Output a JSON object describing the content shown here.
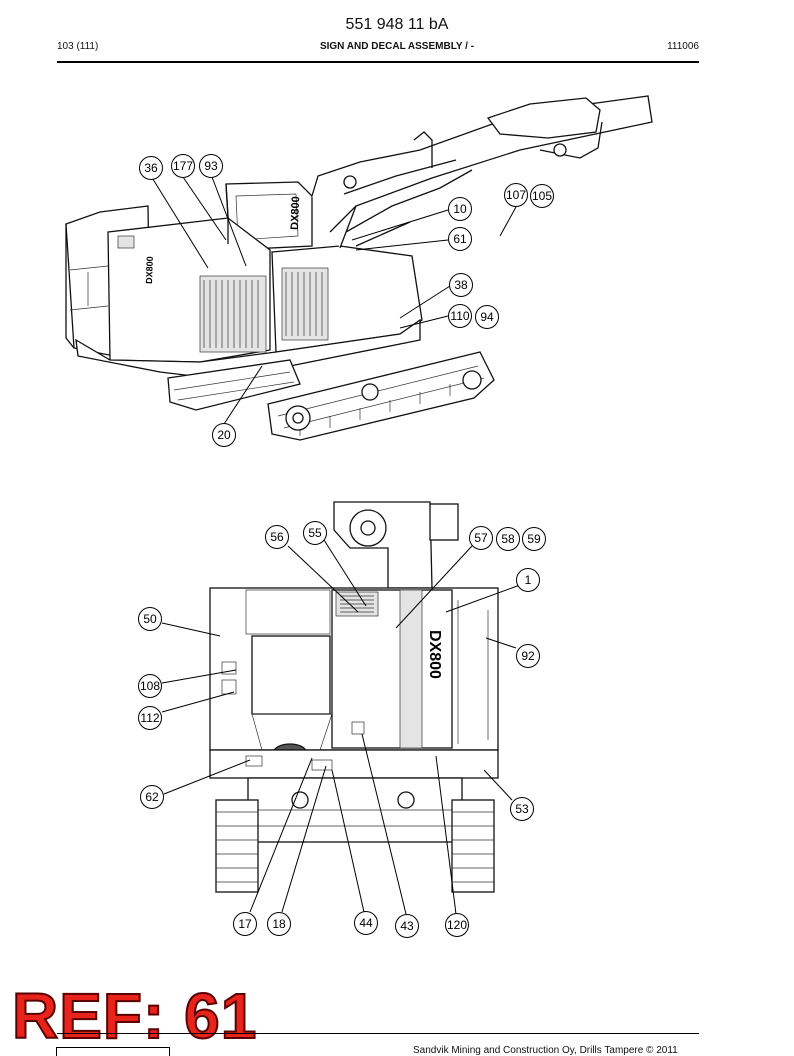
{
  "header": {
    "document_number": "551 948 11 bA",
    "page": "103 (111)",
    "title": "SIGN AND DECAL ASSEMBLY / -",
    "date": "111006"
  },
  "top_view": {
    "machine_badge": "DX800",
    "callouts": [
      "36",
      "177",
      "93",
      "107",
      "105",
      "10",
      "61",
      "38",
      "110",
      "94",
      "20"
    ]
  },
  "rear_view": {
    "machine_badge": "DX800",
    "callouts": [
      "56",
      "55",
      "57",
      "58",
      "59",
      "1",
      "50",
      "92",
      "108",
      "112",
      "62",
      "53",
      "17",
      "18",
      "44",
      "43",
      "120"
    ]
  },
  "stamp": "REF: 61",
  "footer": {
    "copyright": "Sandvik Mining and Construction Oy, Drills Tampere © 2011"
  }
}
